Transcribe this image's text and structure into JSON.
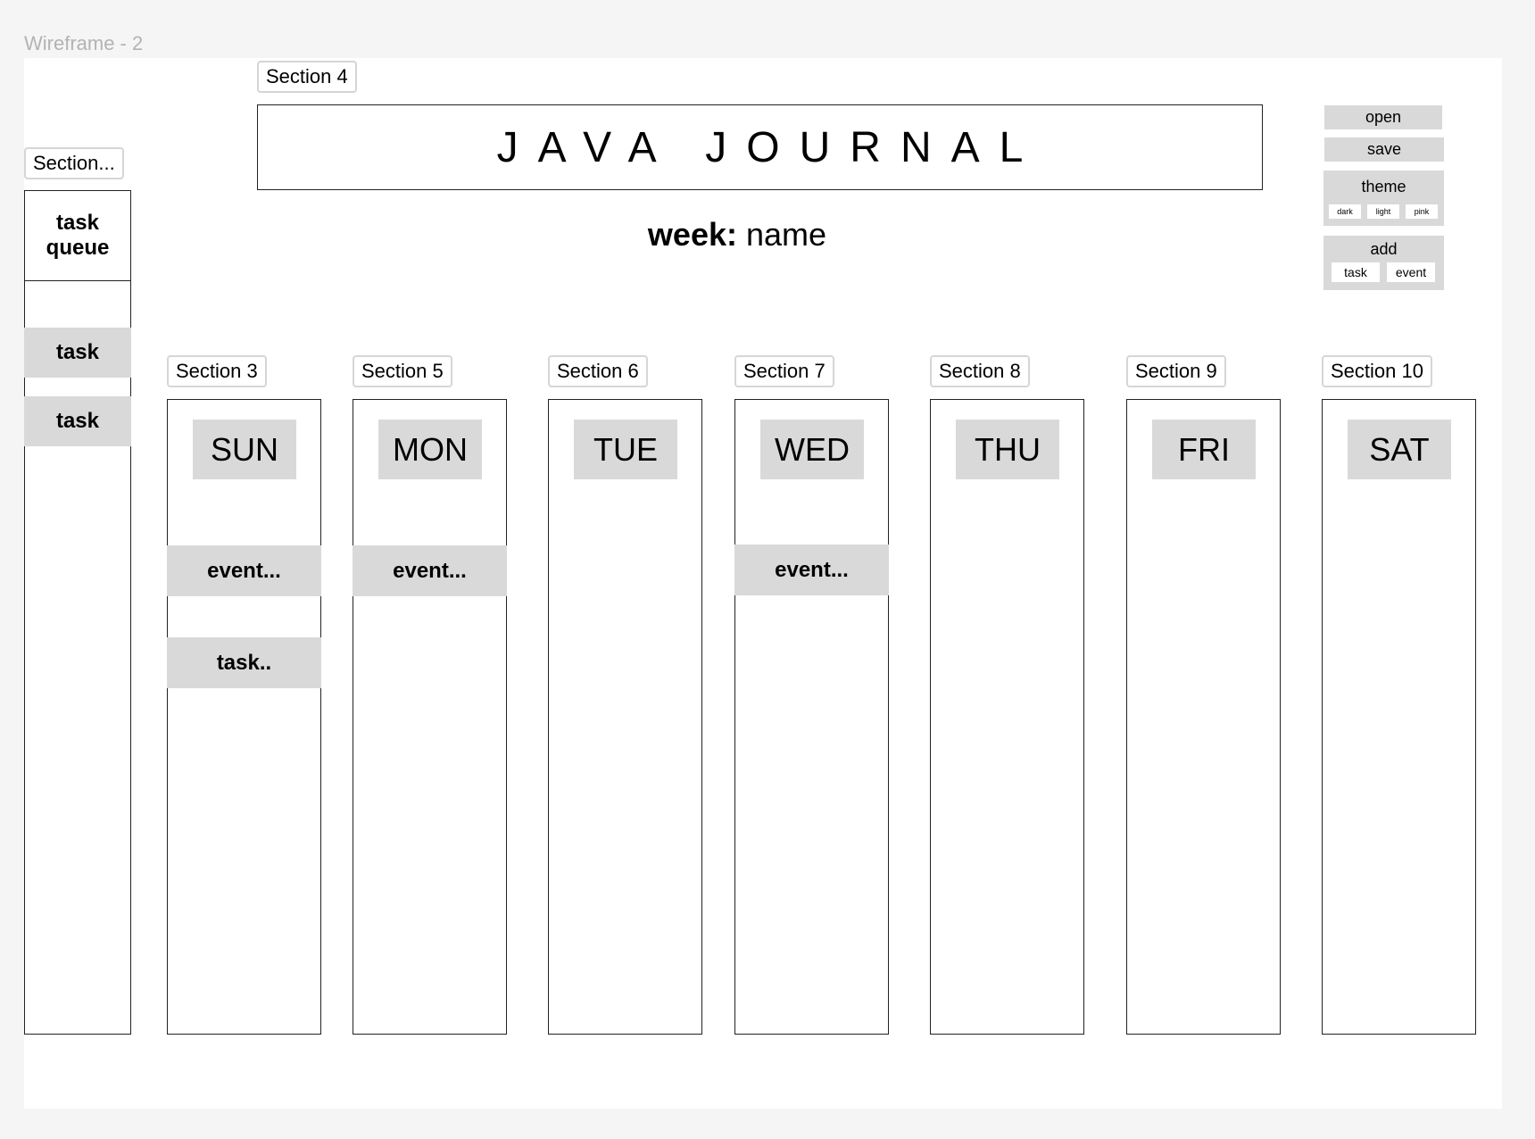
{
  "frame_title": "Wireframe - 2",
  "sections": {
    "queue": "Section...",
    "header": "Section 4",
    "sun": "Section 3",
    "mon": "Section 5",
    "tue": "Section 6",
    "wed": "Section 7",
    "thu": "Section 8",
    "fri": "Section 9",
    "sat": "Section 10"
  },
  "title": "JAVA JOURNAL",
  "week": {
    "label": "week:",
    "value": "name"
  },
  "controls": {
    "open": "open",
    "save": "save",
    "theme": {
      "label": "theme",
      "options": [
        "dark",
        "light",
        "pink"
      ]
    },
    "add": {
      "label": "add",
      "options": [
        "task",
        "event"
      ]
    }
  },
  "task_queue": {
    "title_line1": "task",
    "title_line2": "queue",
    "items": [
      "task",
      "task"
    ]
  },
  "days": {
    "sun": {
      "label": "SUN",
      "items": [
        "event...",
        "task.."
      ]
    },
    "mon": {
      "label": "MON",
      "items": [
        "event..."
      ]
    },
    "tue": {
      "label": "TUE",
      "items": []
    },
    "wed": {
      "label": "WED",
      "items": [
        "event..."
      ]
    },
    "thu": {
      "label": "THU",
      "items": []
    },
    "fri": {
      "label": "FRI",
      "items": []
    },
    "sat": {
      "label": "SAT",
      "items": []
    }
  },
  "colors": {
    "page_bg": "#f5f5f5",
    "canvas_bg": "#ffffff",
    "block_fill": "#d9d9d9",
    "border": "#222222",
    "frame_title": "#b3b3b3"
  }
}
